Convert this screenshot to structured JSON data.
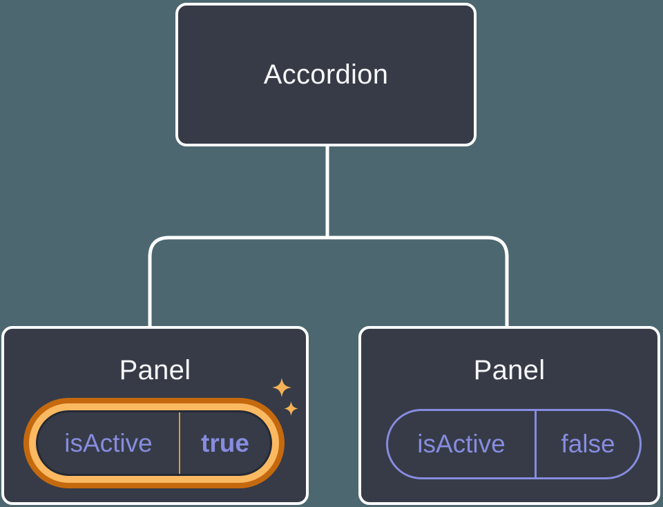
{
  "diagram": {
    "description": "Component tree: Accordion parent passing isActive prop to two Panel children",
    "root": {
      "label": "Accordion"
    },
    "children": [
      {
        "title": "Panel",
        "prop_name": "isActive",
        "prop_value": "true",
        "highlighted": true
      },
      {
        "title": "Panel",
        "prop_name": "isActive",
        "prop_value": "false",
        "highlighted": false
      }
    ]
  },
  "colors": {
    "background": "#4C6770",
    "node_background": "#363B47",
    "node_border": "#FFFFFF",
    "title_text": "#F6F7F9",
    "prop_text": "#878CE0",
    "prop_pill_border": "#878CE0",
    "highlight_ring_outer": "#C5690F",
    "highlight_ring_inner": "#FBB961",
    "highlight_pill_inner_border": "#242935",
    "highlight_divider": "#D99C42",
    "sparkle": "#F5B156",
    "connector_line": "#FFFFFF"
  }
}
